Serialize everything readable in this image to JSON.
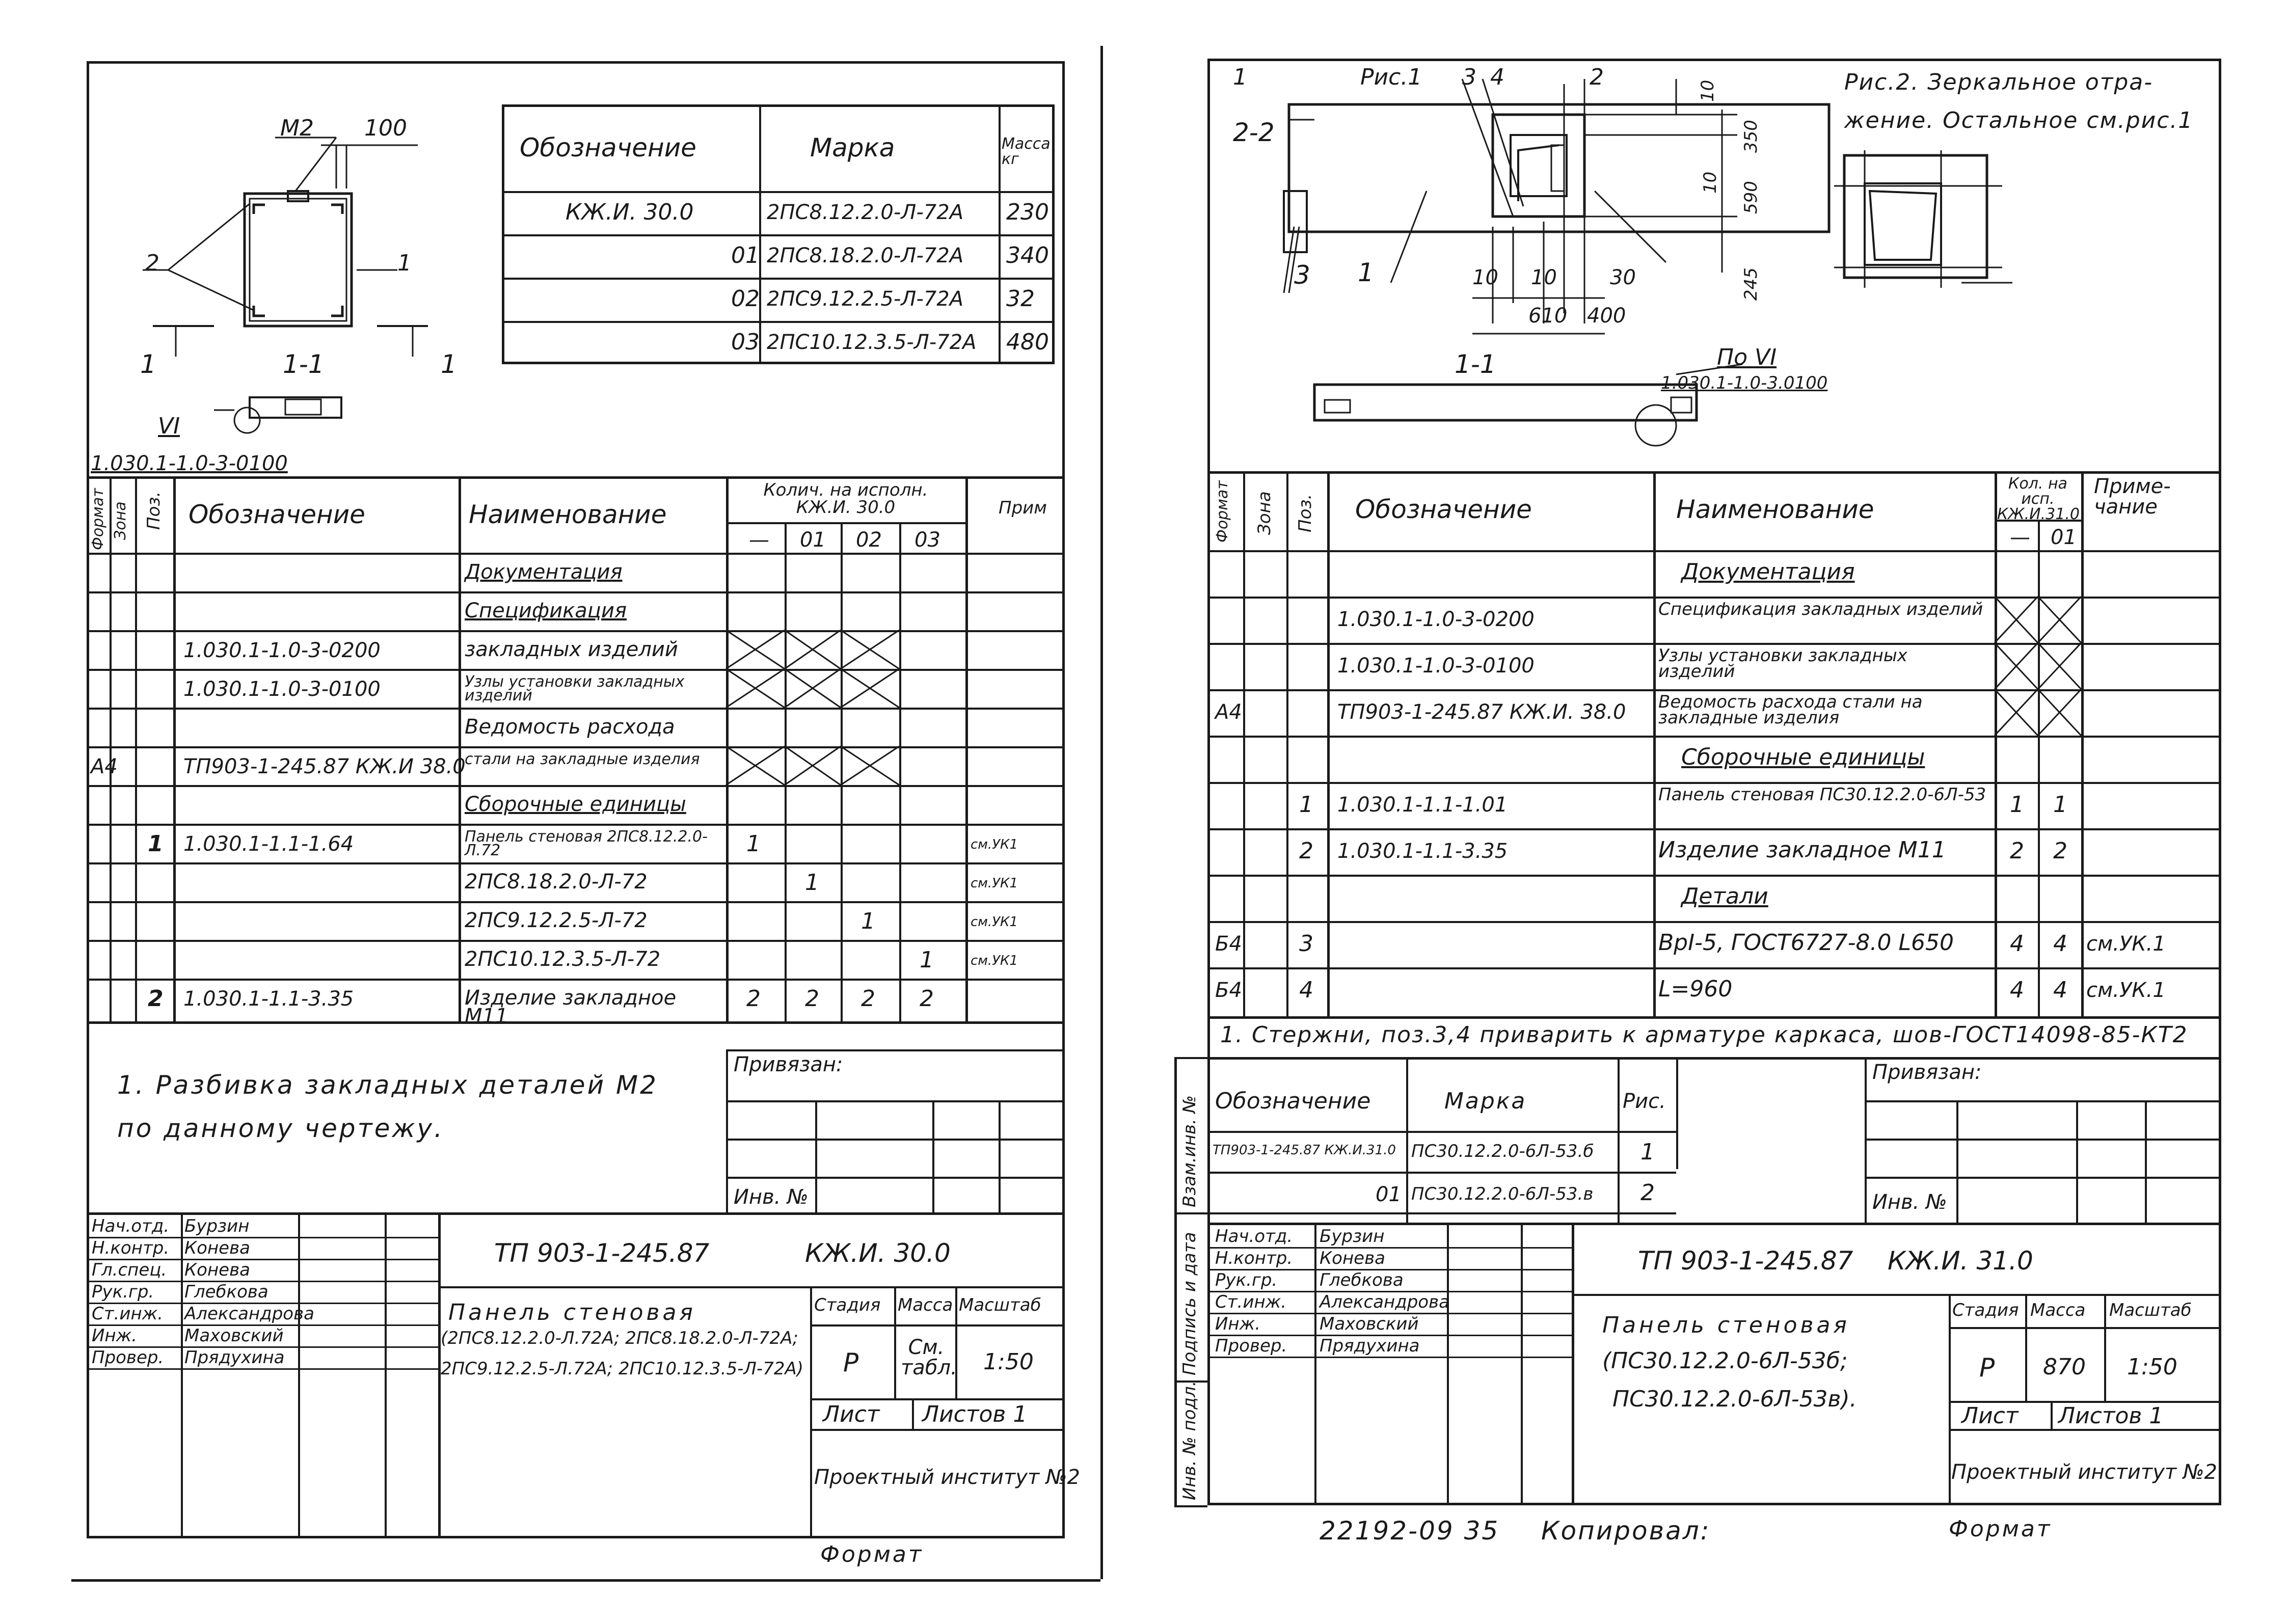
{
  "left_sheet": {
    "spec_table": {
      "headers": {
        "designation": "Обозначение",
        "mark": "Марка",
        "mass": "Масса кг"
      },
      "rows": [
        {
          "designation": "КЖ.И. 30.0",
          "mark": "2ПС8.12.2.0-Л-72А",
          "mass": "230"
        },
        {
          "designation": "01",
          "mark": "2ПС8.18.2.0-Л-72А",
          "mass": "340"
        },
        {
          "designation": "02",
          "mark": "2ПС9.12.2.5-Л-72А",
          "mass": "32"
        },
        {
          "designation": "03",
          "mark": "2ПС10.12.3.5-Л-72А",
          "mass": "480"
        }
      ]
    },
    "drawing_labels": {
      "m2": "М2",
      "dim100": "100",
      "n2": "2",
      "n1": "1",
      "cut_left": "1",
      "cut_mid": "1-1",
      "cut_right": "1",
      "view": "VI",
      "ref": "1.030.1-1.0-3-0100"
    },
    "bom_headers": {
      "format": "Формат",
      "zone": "Зона",
      "pos": "Поз.",
      "designation": "Обозначение",
      "name": "Наименование",
      "qty": "Колич. на исполн. КЖ.И. 30.0",
      "note": "Прим",
      "q0": "—",
      "q1": "01",
      "q2": "02",
      "q3": "03"
    },
    "bom_rows": [
      {
        "format": "",
        "pos": "",
        "designation": "",
        "name": "Документация",
        "q": [
          "",
          "",
          "",
          ""
        ],
        "note": ""
      },
      {
        "format": "",
        "pos": "",
        "designation": "",
        "name": "Спецификация",
        "q": [
          "",
          "",
          "",
          ""
        ],
        "note": ""
      },
      {
        "format": "",
        "pos": "",
        "designation": "1.030.1-1.0-3-0200",
        "name": "закладных изделий",
        "q": [
          "",
          "",
          "",
          ""
        ],
        "note": ""
      },
      {
        "format": "",
        "pos": "",
        "designation": "1.030.1-1.0-3-0100",
        "name": "Узлы установки закладных изделий",
        "q": [
          "",
          "",
          "",
          ""
        ],
        "note": ""
      },
      {
        "format": "",
        "pos": "",
        "designation": "",
        "name": "Ведомость расхода",
        "q": [
          "",
          "",
          "",
          ""
        ],
        "note": ""
      },
      {
        "format": "А4",
        "pos": "",
        "designation": "ТП903-1-245.87 КЖ.И 38.0",
        "name": "стали на закладные изделия",
        "q": [
          "",
          "",
          "",
          ""
        ],
        "note": ""
      },
      {
        "format": "",
        "pos": "",
        "designation": "",
        "name": "Сборочные единицы",
        "q": [
          "",
          "",
          "",
          ""
        ],
        "note": ""
      },
      {
        "format": "",
        "pos": "1",
        "designation": "1.030.1-1.1-1.64",
        "name": "Панель стеновая 2ПС8.12.2.0-Л.72",
        "q": [
          "1",
          "",
          "",
          ""
        ],
        "note": "см.УК1"
      },
      {
        "format": "",
        "pos": "",
        "designation": "",
        "name": "2ПС8.18.2.0-Л-72",
        "q": [
          "",
          "1",
          "",
          ""
        ],
        "note": "см.УК1"
      },
      {
        "format": "",
        "pos": "",
        "designation": "",
        "name": "2ПС9.12.2.5-Л-72",
        "q": [
          "",
          "",
          "1",
          ""
        ],
        "note": "см.УК1"
      },
      {
        "format": "",
        "pos": "",
        "designation": "",
        "name": "2ПС10.12.3.5-Л-72",
        "q": [
          "",
          "",
          "",
          "1"
        ],
        "note": "см.УК1"
      },
      {
        "format": "",
        "pos": "2",
        "designation": "1.030.1-1.1-3.35",
        "name": "Изделие закладное М11",
        "q": [
          "2",
          "2",
          "2",
          "2"
        ],
        "note": ""
      }
    ],
    "note_line1": "1. Разбивка закладных деталей М2",
    "note_line2": "по данному чертежу.",
    "privyazan": "Привязан:",
    "inv": "Инв. №",
    "signatures": [
      {
        "role": "Нач.отд.",
        "name": "Бурзин"
      },
      {
        "role": "Н.контр.",
        "name": "Конева"
      },
      {
        "role": "Гл.спец.",
        "name": "Конева"
      },
      {
        "role": "Рук.гр.",
        "name": "Глебкова"
      },
      {
        "role": "Ст.инж.",
        "name": "Александрова"
      },
      {
        "role": "Инж.",
        "name": "Маховский"
      },
      {
        "role": "Провер.",
        "name": "Прядухина"
      }
    ],
    "code": "ТП 903-1-245.87",
    "sheet_code": "КЖ.И. 30.0",
    "title_l1": "Панель стеновая",
    "title_l2": "(2ПС8.12.2.0-Л.72А; 2ПС8.18.2.0-Л-72А;",
    "title_l3": "2ПС9.12.2.5-Л.72А; 2ПС10.12.3.5-Л-72А)",
    "stage_h": "Стадия",
    "mass_h": "Масса",
    "scale_h": "Масштаб",
    "stage": "Р",
    "mass": "См. табл.",
    "scale": "1:50",
    "sheet": "Лист",
    "sheets": "Листов 1",
    "institute": "Проектный институт №2",
    "format": "Формат"
  },
  "right_sheet": {
    "drawing_labels": {
      "fig1": "Рис.1",
      "n3": "3",
      "n4": "4",
      "n2": "2",
      "n1": "1",
      "sec22": "2-2",
      "dim10a": "10",
      "dim350": "350",
      "dim10b": "10",
      "dim590": "590",
      "dim245": "245",
      "dim10c": "10",
      "dim10d": "10",
      "dim30": "30",
      "dim610": "610",
      "dim400": "400",
      "lbl3": "3",
      "lbl1": "1",
      "fig2a": "Рис.2. Зеркальное отра-",
      "fig2b": "жение. Остальное см.рис.1",
      "cut11": "1-1",
      "view": "По VI",
      "ref": "1.030.1-1.0-3.0100"
    },
    "bom_headers": {
      "format": "Формат",
      "zone": "Зона",
      "pos": "Поз.",
      "designation": "Обозначение",
      "name": "Наименование",
      "qty": "Кол. на исп. КЖ.И.31.0",
      "note": "Приме- чание",
      "q0": "—",
      "q1": "01"
    },
    "bom_rows": [
      {
        "format": "",
        "pos": "",
        "designation": "",
        "name": "Документация",
        "q": [
          "",
          ""
        ],
        "note": ""
      },
      {
        "format": "",
        "pos": "",
        "designation": "1.030.1-1.0-3-0200",
        "name": "Спецификация закладных изделий",
        "q": [
          "",
          ""
        ],
        "note": ""
      },
      {
        "format": "",
        "pos": "",
        "designation": "1.030.1-1.0-3-0100",
        "name": "Узлы установки закладных изделий",
        "q": [
          "",
          ""
        ],
        "note": ""
      },
      {
        "format": "А4",
        "pos": "",
        "designation": "ТП903-1-245.87 КЖ.И. 38.0",
        "name": "Ведомость расхода стали на закладные изделия",
        "q": [
          "",
          ""
        ],
        "note": ""
      },
      {
        "format": "",
        "pos": "",
        "designation": "",
        "name": "Сборочные единицы",
        "q": [
          "",
          ""
        ],
        "note": ""
      },
      {
        "format": "",
        "pos": "1",
        "designation": "1.030.1-1.1-1.01",
        "name": "Панель стеновая ПС30.12.2.0-6Л-53",
        "q": [
          "1",
          "1"
        ],
        "note": ""
      },
      {
        "format": "",
        "pos": "2",
        "designation": "1.030.1-1.1-3.35",
        "name": "Изделие закладное М11",
        "q": [
          "2",
          "2"
        ],
        "note": ""
      },
      {
        "format": "",
        "pos": "",
        "designation": "",
        "name": "Детали",
        "q": [
          "",
          ""
        ],
        "note": ""
      },
      {
        "format": "Б4",
        "pos": "3",
        "designation": "",
        "name": "ВрI-5, ГОСТ6727-8.0 L650",
        "q": [
          "4",
          "4"
        ],
        "note": "см.УК.1"
      },
      {
        "format": "Б4",
        "pos": "4",
        "designation": "",
        "name": "L=960",
        "q": [
          "4",
          "4"
        ],
        "note": "см.УК.1"
      }
    ],
    "note": "1. Стержни, поз.3,4 приварить к арматуре каркаса, шов-ГОСТ14098-85-КТ2",
    "mark_table": {
      "h_designation": "Обозначение",
      "h_mark": "Марка",
      "h_fig": "Рис.",
      "rows": [
        {
          "designation": "ТП903-1-245.87 КЖ.И.31.0",
          "mark": "ПС30.12.2.0-6Л-53.б",
          "fig": "1"
        },
        {
          "designation": "01",
          "mark": "ПС30.12.2.0-6Л-53.в",
          "fig": "2"
        }
      ]
    },
    "side_labels": {
      "a": "Взам.инв. №",
      "b": "Подпись и дата",
      "c": "Инв. № подл."
    },
    "privyazan": "Привязан:",
    "inv": "Инв. №",
    "signatures": [
      {
        "role": "Нач.отд.",
        "name": "Бурзин"
      },
      {
        "role": "Н.контр.",
        "name": "Конева"
      },
      {
        "role": "Рук.гр.",
        "name": "Глебкова"
      },
      {
        "role": "Ст.инж.",
        "name": "Александрова"
      },
      {
        "role": "Инж.",
        "name": "Маховский"
      },
      {
        "role": "Провер.",
        "name": "Прядухина"
      }
    ],
    "code": "ТП 903-1-245.87",
    "sheet_code": "КЖ.И. 31.0",
    "title_l1": "Панель стеновая",
    "title_l2": "(ПС30.12.2.0-6Л-53б;",
    "title_l3": "ПС30.12.2.0-6Л-53в).",
    "stage_h": "Стадия",
    "mass_h": "Масса",
    "scale_h": "Масштаб",
    "stage": "Р",
    "mass": "870",
    "scale": "1:50",
    "sheet": "Лист",
    "sheets": "Листов 1",
    "institute": "Проектный институт №2",
    "format": "Формат",
    "copy_number": "22192-09 35",
    "copied": "Копировал:"
  }
}
